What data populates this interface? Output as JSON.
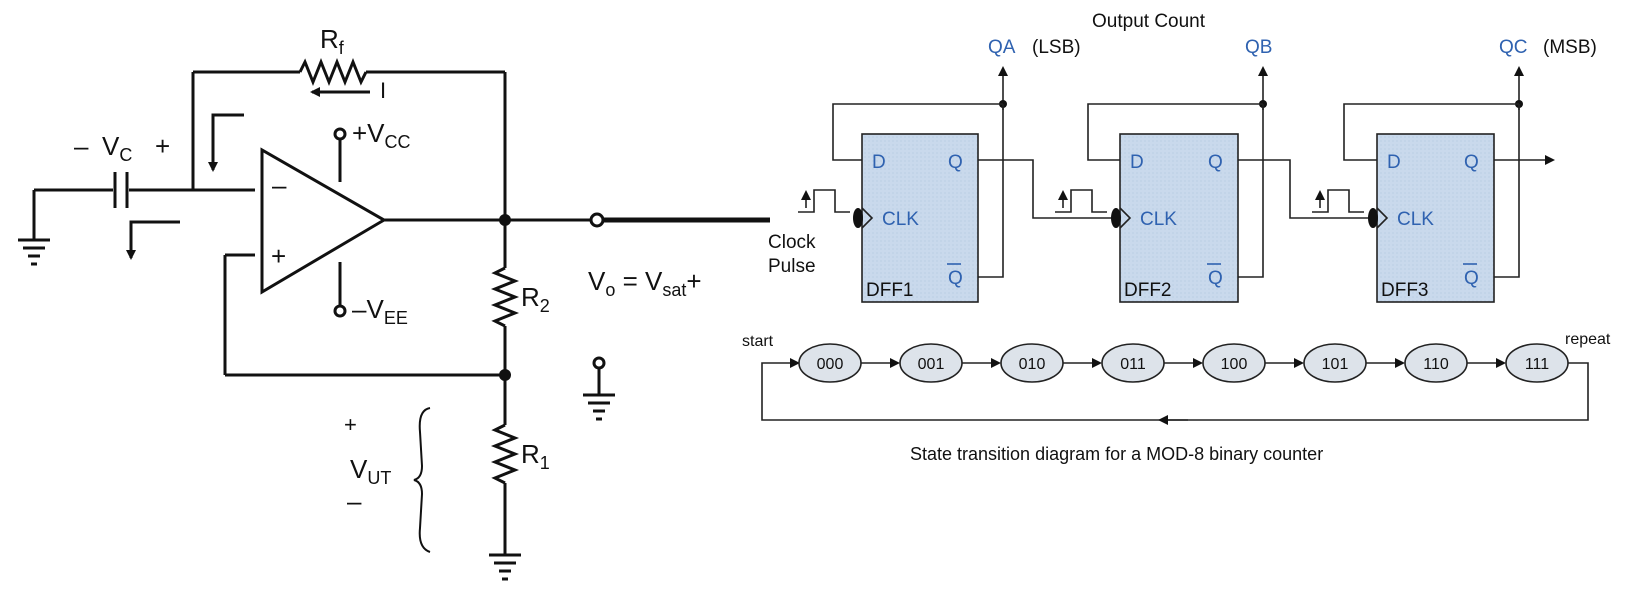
{
  "schematic": {
    "rf_label": "R",
    "rf_sub": "f",
    "current_label": "I",
    "vc_minus": "–",
    "vc_label": "V",
    "vc_sub": "C",
    "vc_plus": "+",
    "vcc_label": "+V",
    "vcc_sub": "CC",
    "vee_label": "–V",
    "vee_sub": "EE",
    "opamp_minus": "–",
    "opamp_plus": "+",
    "r2_label": "R",
    "r2_sub": "2",
    "r1_label": "R",
    "r1_sub": "1",
    "vut_plus": "+",
    "vut_label": "V",
    "vut_sub": "UT",
    "vut_minus": "–",
    "vo_label": "V",
    "vo_sub": "o",
    "vo_eq": " = V",
    "vsat_sub": "sat",
    "vsat_sup": "+"
  },
  "counter": {
    "output_title": "Output Count",
    "qa_label": "QA",
    "qa_note": "(LSB)",
    "qb_label": "QB",
    "qc_label": "QC",
    "qc_note": "(MSB)",
    "clock_line1": "Clock",
    "clock_line2": "Pulse",
    "flipflops": [
      {
        "name": "DFF1",
        "d": "D",
        "q": "Q",
        "clk": "CLK",
        "qbar": "Q"
      },
      {
        "name": "DFF2",
        "d": "D",
        "q": "Q",
        "clk": "CLK",
        "qbar": "Q"
      },
      {
        "name": "DFF3",
        "d": "D",
        "q": "Q",
        "clk": "CLK",
        "qbar": "Q"
      }
    ],
    "block_fill": "#c9d9ec",
    "label_color": "#2f62b0"
  },
  "state_diagram": {
    "start_label": "start",
    "repeat_label": "repeat",
    "states": [
      "000",
      "001",
      "010",
      "011",
      "100",
      "101",
      "110",
      "111"
    ],
    "caption": "State transition diagram for a MOD-8 binary counter",
    "state_fill": "#dde3ea"
  }
}
